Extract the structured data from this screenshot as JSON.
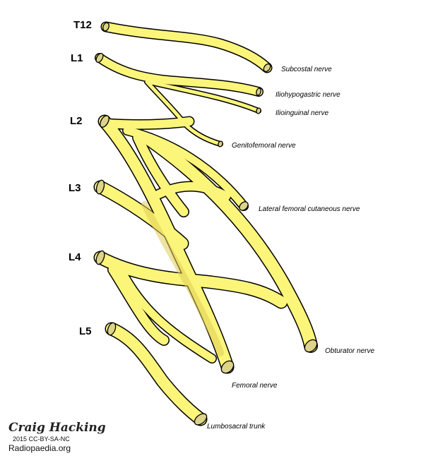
{
  "roots": [
    "T12",
    "L1",
    "L2",
    "L3",
    "L4",
    "L5"
  ],
  "nerves": {
    "subcostal": "Subcostal nerve",
    "iliohypogastric": "Iliohypogastric nerve",
    "ilioinguinal": "Ilioinguinal nerve",
    "genitofemoral": "Genitofemoral nerve",
    "lateral_femoral_cutaneous": "Lateral femoral cutaneous nerve",
    "obturator": "Obturator nerve",
    "femoral": "Femoral nerve",
    "lumbosacral_trunk": "Lumbosacral trunk"
  },
  "credit": {
    "author": "Craig Hacking",
    "license": "2015 CC-BY-SA-NC",
    "site": "Radiopaedia.org"
  },
  "colors": {
    "nerve_fill": "#fbf57a",
    "nerve_shade": "#e0cc55",
    "nerve_end": "#ddd389",
    "outline": "#000000"
  }
}
